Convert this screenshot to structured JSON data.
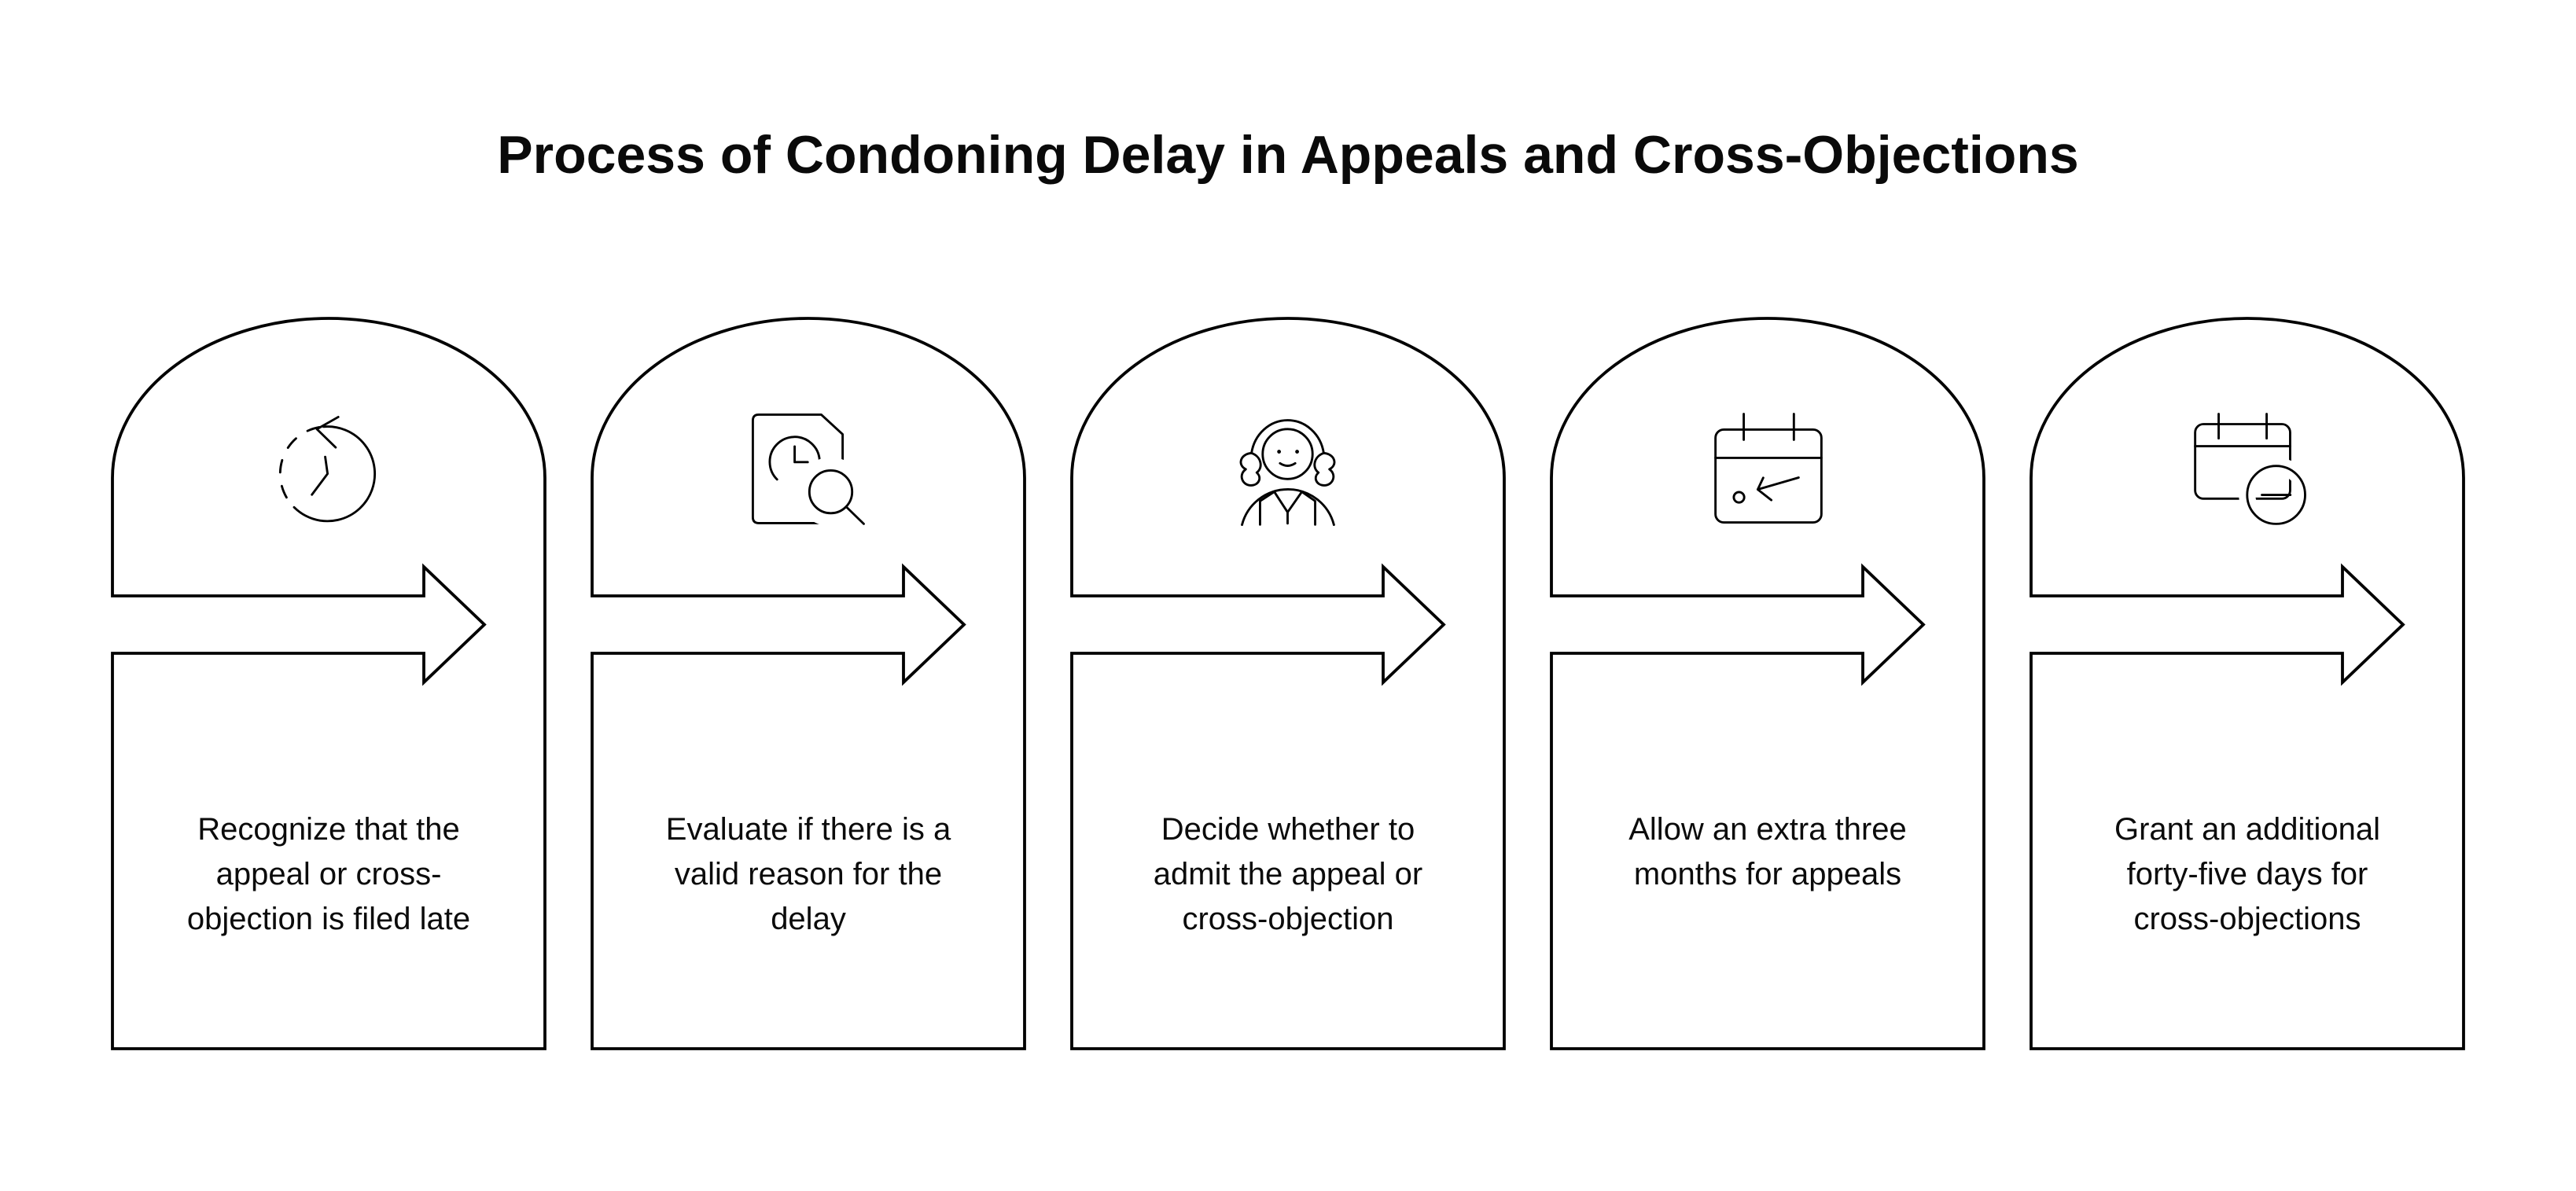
{
  "title": "Process of Condoning Delay in Appeals and Cross-Objections",
  "colors": {
    "background": "#ffffff",
    "stroke": "#000000",
    "text": "#0b0b0b"
  },
  "steps": [
    {
      "icon": "history-clock-icon",
      "text": "Recognize that the\nappeal or cross-\nobjection is filed late"
    },
    {
      "icon": "document-search-icon",
      "text": "Evaluate if there is a\nvalid reason for the\ndelay"
    },
    {
      "icon": "judge-icon",
      "text": "Decide whether to\nadmit the appeal or\ncross-objection"
    },
    {
      "icon": "calendar-arrow-icon",
      "text": "Allow an extra three\nmonths for appeals"
    },
    {
      "icon": "calendar-minus-icon",
      "text": "Grant an additional\nforty-five days for\ncross-objections"
    }
  ]
}
